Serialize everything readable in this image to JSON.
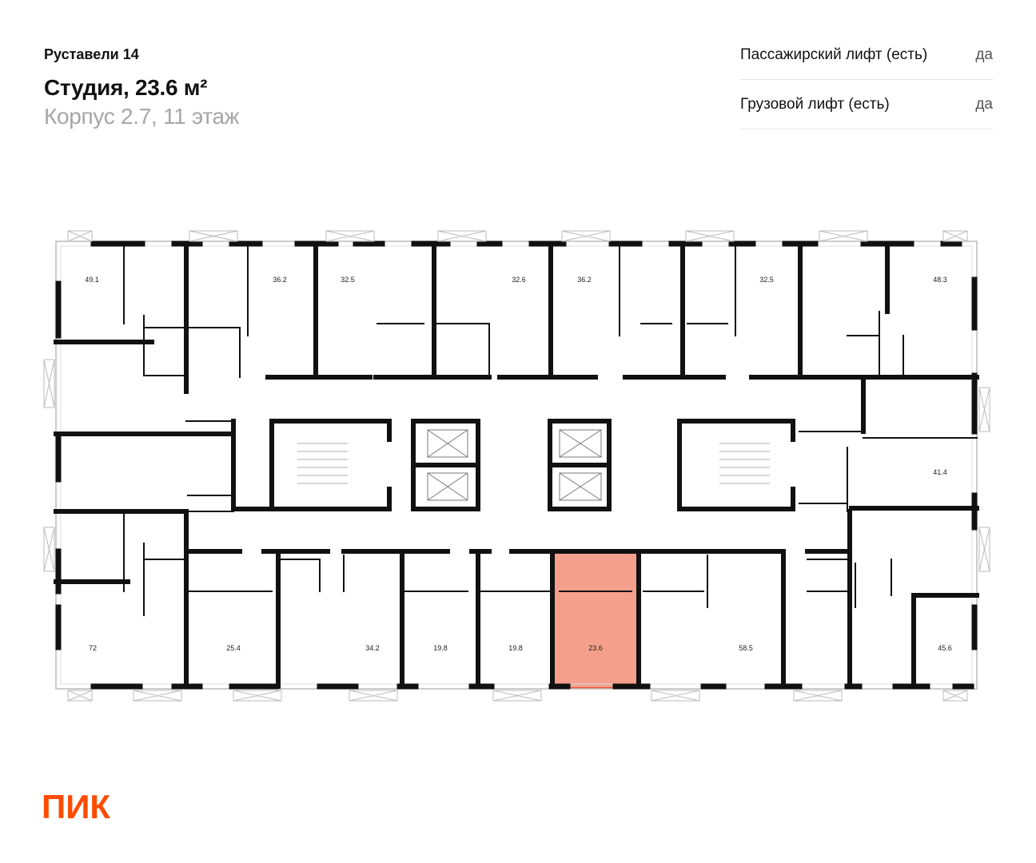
{
  "header": {
    "project": "Руставели 14",
    "title": "Студия, 23.6 м²",
    "subtitle": "Корпус 2.7, 11 этаж"
  },
  "features": [
    {
      "label": "Пассажирский лифт (есть)",
      "value": "да"
    },
    {
      "label": "Грузовой лифт (есть)",
      "value": "да"
    }
  ],
  "plan": {
    "highlight_color": "#f4a08c",
    "highlight_border": "#e5533a",
    "selected_area": "23.6",
    "rooms": [
      "49.1",
      "36.2",
      "32.5",
      "32.6",
      "36.2",
      "32.5",
      "48.3",
      "41.4",
      "72",
      "25.4",
      "34.2",
      "19.8",
      "19.8",
      "23.6",
      "58.5",
      "45.6"
    ]
  },
  "brand": {
    "logo": "ПИК",
    "color": "#fc4c02"
  }
}
